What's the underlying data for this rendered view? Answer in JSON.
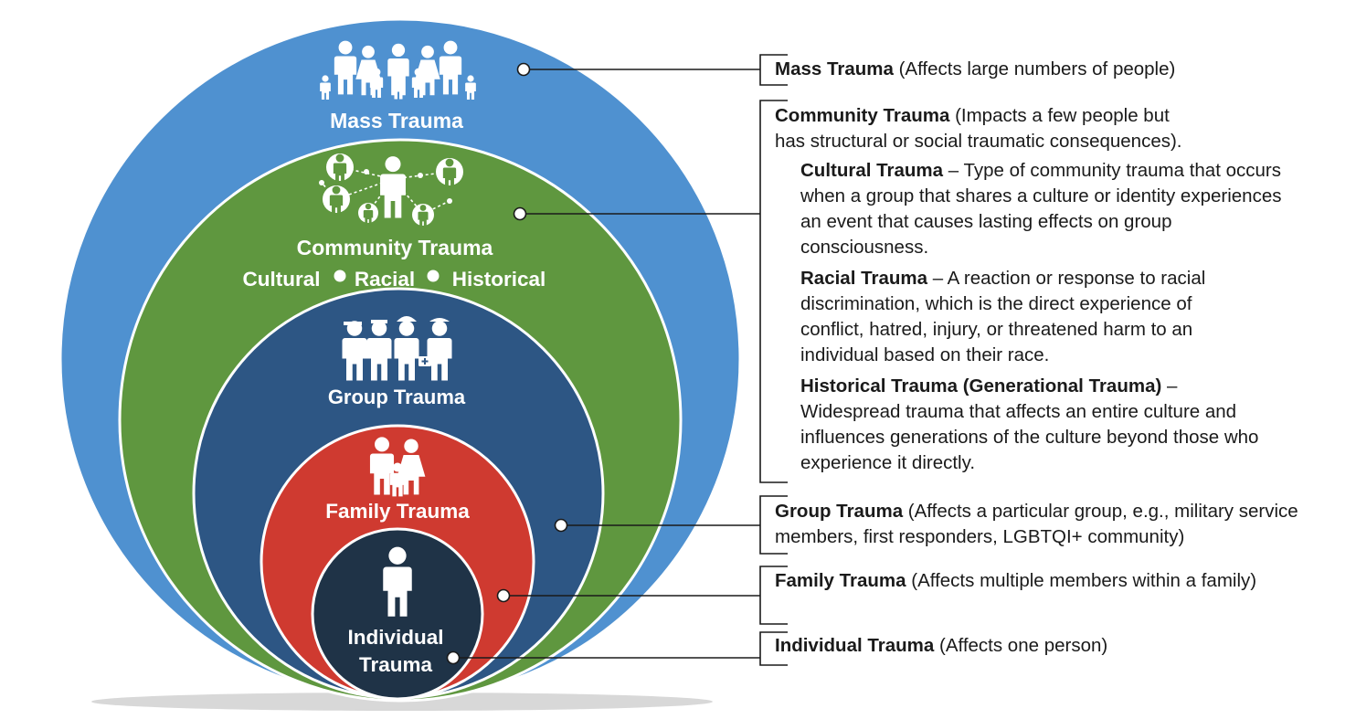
{
  "circles": {
    "mass": {
      "title": "Mass Trauma",
      "color": "#4f91d0"
    },
    "community": {
      "title": "Community Trauma",
      "subtitle": [
        "Cultural",
        "Racial",
        "Historical"
      ],
      "color": "#5f973f"
    },
    "group": {
      "title": "Group Trauma",
      "color": "#2d5684"
    },
    "family": {
      "title": "Family Trauma",
      "color": "#cf3a30"
    },
    "individual": {
      "title_line1": "Individual",
      "title_line2": "Trauma",
      "color": "#1f3347"
    }
  },
  "descriptions": {
    "mass": {
      "term": "Mass Trauma",
      "text": " (Affects large numbers of people)"
    },
    "community": {
      "term": "Community Trauma",
      "text": " (Impacts a few people but has structural or social traumatic consequences).",
      "subtypes": [
        {
          "term": "Cultural Trauma",
          "text": " – Type of community trauma that occurs when a group that shares a culture or identity experiences an event that causes lasting effects on group consciousness."
        },
        {
          "term": "Racial Trauma",
          "text": " – A reaction or response to racial discrimination, which is the direct experience of conflict, hatred, injury, or threatened harm to an individual based on their race."
        },
        {
          "term": "Historical Trauma (Generational Trauma)",
          "text": " – Widespread trauma that affects an entire culture and influences generations of the culture beyond those who experience it directly."
        }
      ]
    },
    "group": {
      "term": "Group Trauma",
      "text": " (Affects a particular group, e.g., military service members, first responders, LGBTQI+ community)"
    },
    "family": {
      "term": "Family Trauma",
      "text": " (Affects multiple members within a family)"
    },
    "individual": {
      "term": "Individual Trauma",
      "text": " (Affects one person)"
    }
  },
  "icons": {
    "mass": "crowd-icon",
    "community": "network-people-icon",
    "group": "responders-icon",
    "family": "family-icon",
    "individual": "person-icon"
  }
}
